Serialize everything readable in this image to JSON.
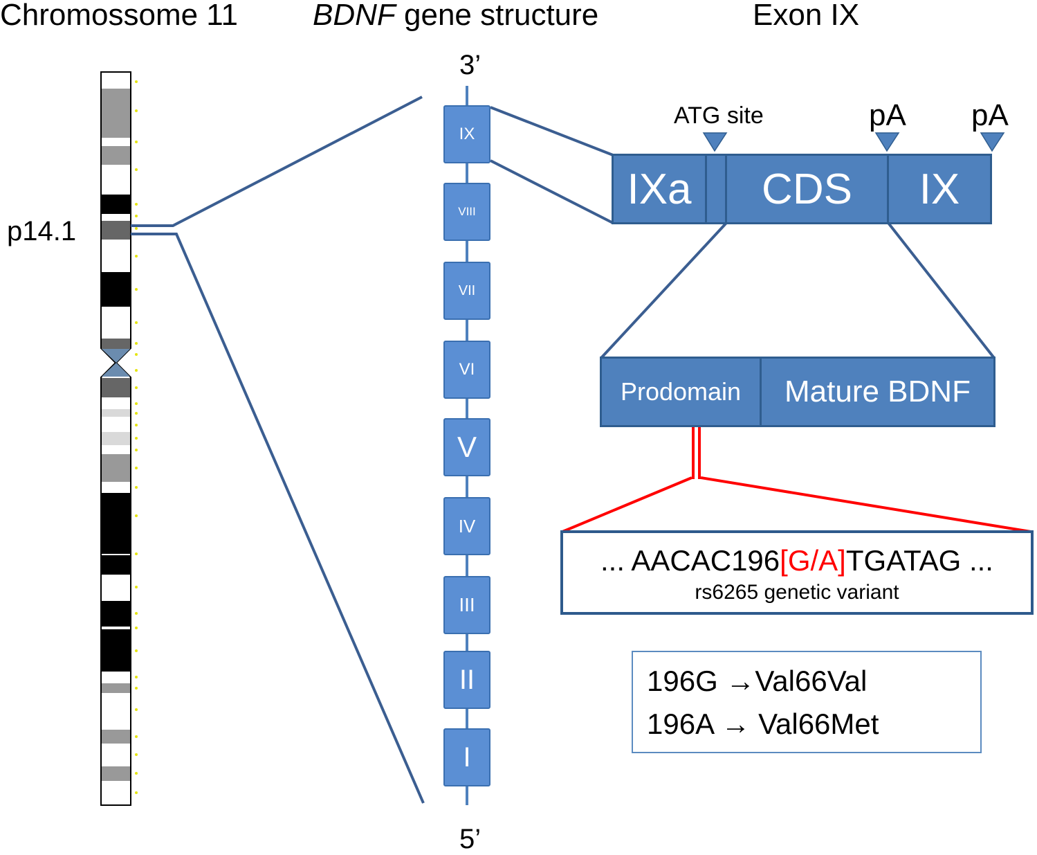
{
  "headers": {
    "chromosome": "Chromossome 11",
    "gene_italic": "BDNF",
    "gene_rest": " gene structure",
    "exon": "Exon IX"
  },
  "chromosome": {
    "band_label": "p14.1"
  },
  "gene": {
    "end_top": "3’",
    "end_bottom": "5’",
    "exons": [
      "IX",
      "VIII",
      "VII",
      "VI",
      "V",
      "IV",
      "III",
      "II",
      "I"
    ]
  },
  "exon_ix": {
    "atg_label": "ATG site",
    "pa1_label": "pA",
    "pa2_label": "pA",
    "segments": [
      "IXa",
      "CDS",
      "IX"
    ]
  },
  "protein": {
    "segments": [
      "Prodomain",
      "Mature BDNF"
    ]
  },
  "sequence": {
    "prefix": "... AACAC196",
    "variant": "[G/A]",
    "suffix": "TGATAG ...",
    "caption": "rs6265 genetic variant"
  },
  "effects": {
    "line1": "196G →Val66Val",
    "line2": "196A → Val66Met"
  },
  "colors": {
    "box_fill": "#4f81bd",
    "line": "#3b5e91",
    "variant_red": "#ff0000",
    "exon_fill": "#5b8fd4"
  }
}
